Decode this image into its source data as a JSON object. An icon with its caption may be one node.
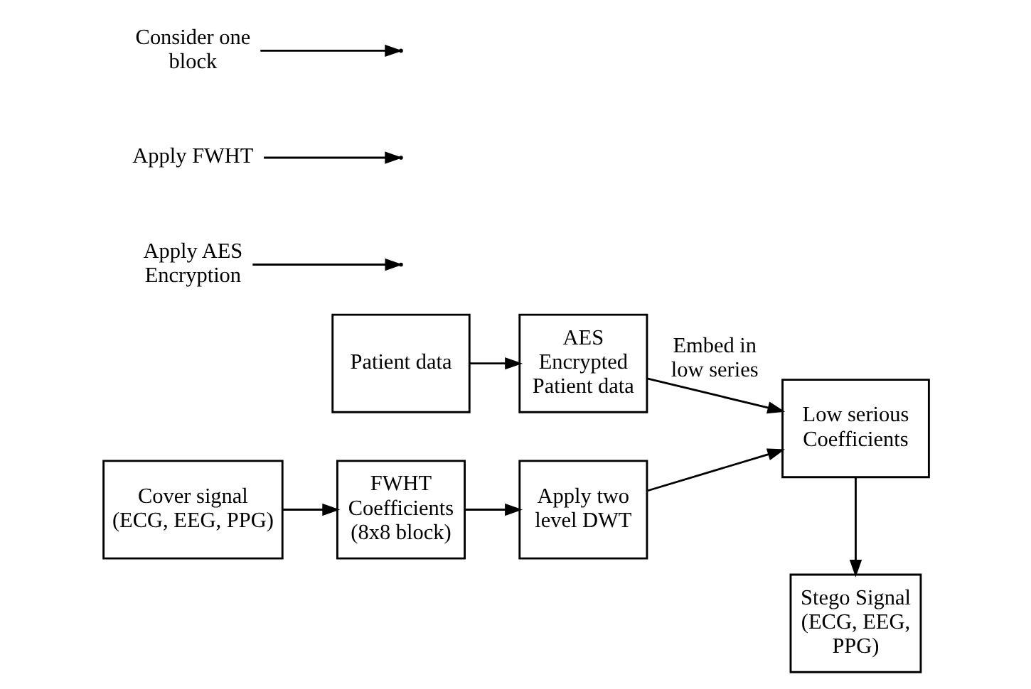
{
  "diagram": {
    "nodes": [
      {
        "text": [
          "Patient data"
        ]
      },
      {
        "text": [
          "AES Encrypted Patient data"
        ]
      },
      {
        "text": [
          "Cover signal (ECG, EEG, PPG)"
        ]
      },
      {
        "text": [
          "FWHT Coefficients (8x8 block)"
        ]
      },
      {
        "text": [
          "Apply two level DWT"
        ]
      },
      {
        "text": [
          "Low serious Coefficients"
        ]
      },
      {
        "text": [
          "Stego Signal (ECG, EEG, PPG)"
        ]
      },
      {
        "text": [
          "Apply AES Encryption"
        ]
      },
      {
        "text": [
          "Apply FWHT"
        ]
      },
      {
        "text": [
          "Consider one block"
        ]
      }
    ],
    "edges": [
      {
        "from": 0,
        "to": 1,
        "arrow": "to"
      },
      {
        "from": 1,
        "to": 5,
        "arrow": "to",
        "label": "Embed in low series"
      },
      {
        "from": 2,
        "to": 3,
        "arrow": "to"
      },
      {
        "from": 3,
        "to": 4,
        "arrow": "to"
      },
      {
        "from": 4,
        "to": 5,
        "arrow": "to"
      },
      {
        "from": 5,
        "to": 6,
        "arrow": "to"
      },
      {
        "from": 7,
        "to": null,
        "arrow": "to"
      },
      {
        "from": 8,
        "to": null,
        "arrow": "to"
      },
      {
        "from": 9,
        "to": null,
        "arrow": "to"
      }
    ]
  }
}
